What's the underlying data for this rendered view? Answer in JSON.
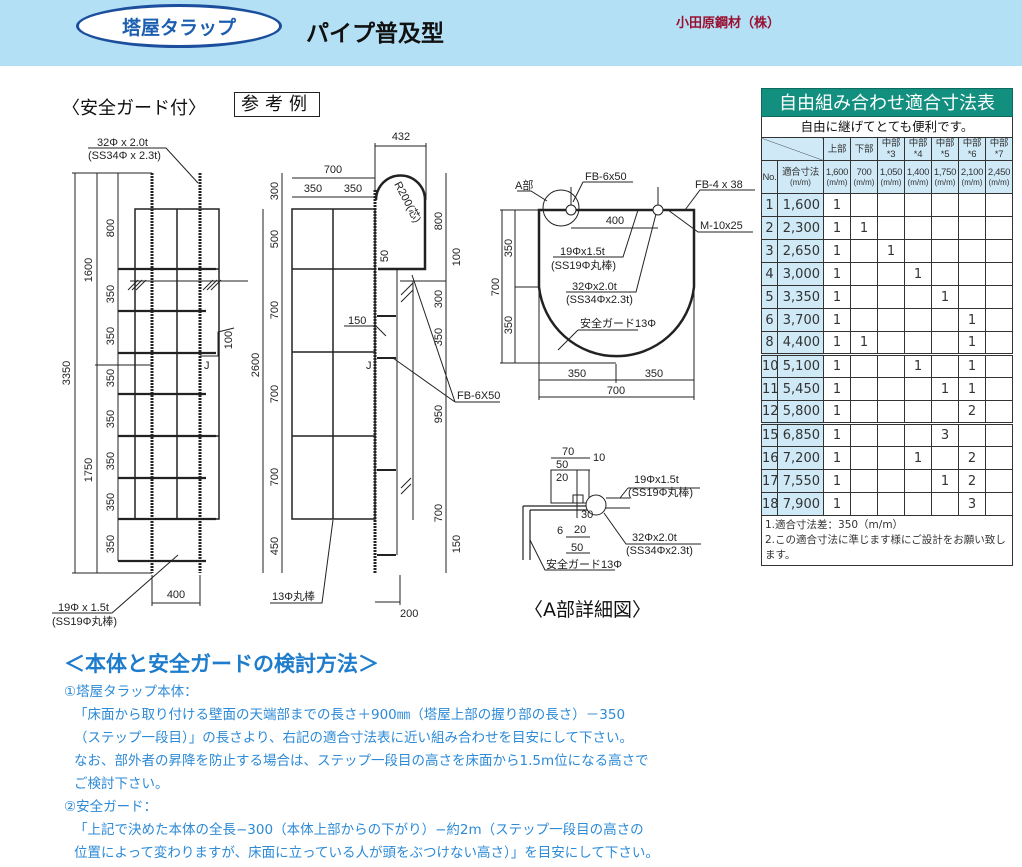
{
  "header": {
    "badge": "塔屋タラップ",
    "subtitle": "パイプ普及型",
    "company": "小田原鋼材（株）"
  },
  "section": {
    "guard_title": "〈安全ガード付〉",
    "example": "参考例"
  },
  "front_view": {
    "top_pipe": "32Φ x 2.0t",
    "top_pipe_spec": "(SS34Φ x 2.3t)",
    "dims_vertical": [
      "800",
      "350",
      "350",
      "350",
      "350",
      "350",
      "350",
      "350"
    ],
    "total": "3350",
    "upper": "1600",
    "lower": "1750",
    "offset": "100",
    "width": "400",
    "rung": "19Φ x 1.5t",
    "rung_spec": "(SS19Φ丸棒)",
    "joint": "J"
  },
  "side_view": {
    "top_width": "432",
    "cage_width": "700",
    "half_left": "350",
    "half_right": "350",
    "left_dims": [
      "300",
      "500",
      "700",
      "700",
      "700",
      "450"
    ],
    "total": "2600",
    "radius": "R200(芯)",
    "right_dims": [
      "800",
      "100",
      "300",
      "350",
      "950",
      "700",
      "150"
    ],
    "small_50": "50",
    "bracket_150": "150",
    "flat_bar": "FB-6X50",
    "bottom_200": "200",
    "hoop": "13Φ丸棒",
    "joint": "J"
  },
  "plan_view": {
    "a_part": "A部",
    "fb_6x50": "FB-6x50",
    "fb_4x38": "FB-4 x 38",
    "bolt": "M-10x25",
    "width_400": "400",
    "rung": "19Φx1.5t",
    "rung_spec": "(SS19Φ丸棒)",
    "pipe": "32Φx2.0t",
    "pipe_spec": "(SS34Φx2.3t)",
    "guard": "安全ガード13Φ",
    "left_350a": "350",
    "left_350b": "350",
    "left_700": "700",
    "bottom_350a": "350",
    "bottom_350b": "350",
    "bottom_700": "700"
  },
  "detail_view": {
    "title": "〈A部詳細図〉",
    "d70": "70",
    "d10": "10",
    "d50a": "50",
    "d20a": "20",
    "d30": "30",
    "d6": "6",
    "d20b": "20",
    "d50b": "50",
    "rung": "19Φx1.5t",
    "rung_spec": "(SS19Φ丸棒)",
    "pipe": "32Φx2.0t",
    "pipe_spec": "(SS34Φx2.3t)",
    "guard": "安全ガード13Φ"
  },
  "table": {
    "title": "自由組み合わせ適合寸法表",
    "subtitle": "自由に継げてとても便利です。",
    "col_parts": [
      "上部",
      "下部",
      "中部*3",
      "中部*4",
      "中部*5",
      "中部*6",
      "中部*7"
    ],
    "col_no": "No.",
    "col_size": "適合寸法",
    "unit": "(m/m)",
    "col_lengths": [
      "1,600",
      "700",
      "1,050",
      "1,400",
      "1,750",
      "2,100",
      "2,450"
    ],
    "rows": [
      {
        "no": "1",
        "size": "1,600",
        "cells": [
          "1",
          "",
          "",
          "",
          "",
          "",
          ""
        ]
      },
      {
        "no": "2",
        "size": "2,300",
        "cells": [
          "1",
          "1",
          "",
          "",
          "",
          "",
          ""
        ]
      },
      {
        "no": "3",
        "size": "2,650",
        "cells": [
          "1",
          "",
          "1",
          "",
          "",
          "",
          ""
        ]
      },
      {
        "no": "4",
        "size": "3,000",
        "cells": [
          "1",
          "",
          "",
          "1",
          "",
          "",
          ""
        ]
      },
      {
        "no": "5",
        "size": "3,350",
        "cells": [
          "1",
          "",
          "",
          "",
          "1",
          "",
          ""
        ]
      },
      {
        "no": "6",
        "size": "3,700",
        "cells": [
          "1",
          "",
          "",
          "",
          "",
          "1",
          ""
        ]
      },
      {
        "no": "8",
        "size": "4,400",
        "cells": [
          "1",
          "1",
          "",
          "",
          "",
          "1",
          ""
        ]
      },
      {
        "no": "10",
        "size": "5,100",
        "cells": [
          "1",
          "",
          "",
          "1",
          "",
          "1",
          ""
        ],
        "group_start": true
      },
      {
        "no": "11",
        "size": "5,450",
        "cells": [
          "1",
          "",
          "",
          "",
          "1",
          "1",
          ""
        ]
      },
      {
        "no": "12",
        "size": "5,800",
        "cells": [
          "1",
          "",
          "",
          "",
          "",
          "2",
          ""
        ]
      },
      {
        "no": "15",
        "size": "6,850",
        "cells": [
          "1",
          "",
          "",
          "",
          "3",
          "",
          ""
        ],
        "group_start": true
      },
      {
        "no": "16",
        "size": "7,200",
        "cells": [
          "1",
          "",
          "",
          "1",
          "",
          "2",
          ""
        ]
      },
      {
        "no": "17",
        "size": "7,550",
        "cells": [
          "1",
          "",
          "",
          "",
          "1",
          "2",
          ""
        ]
      },
      {
        "no": "18",
        "size": "7,900",
        "cells": [
          "1",
          "",
          "",
          "",
          "",
          "3",
          ""
        ]
      }
    ],
    "notes": [
      "1.適合寸法差：350（m/m）",
      "2.この適合寸法に準じます様にご設計をお願い致します。"
    ]
  },
  "method": {
    "title": "＜本体と安全ガードの検討方法＞",
    "item1_title": "①塔屋タラップ本体：",
    "item1_lines": [
      "「床面から取り付ける壁面の天端部までの長さ＋900㎜（塔屋上部の握り部の長さ）－350",
      "（ステップ一段目）」の長さより、右記の適合寸法表に近い組み合わせを目安にして下さい。",
      "なお、部外者の昇降を防止する場合は、ステップ一段目の高さを床面から1.5m位になる高さで",
      "ご検討下さい。"
    ],
    "item2_title": "②安全ガード：",
    "item2_lines": [
      "「上記で決めた本体の全長−300（本体上部からの下がり）−約2m（ステップ一段目の高さの",
      "位置によって変わりますが、床面に立っている人が頭をぶつけない高さ）」を目安にして下さい。"
    ]
  }
}
